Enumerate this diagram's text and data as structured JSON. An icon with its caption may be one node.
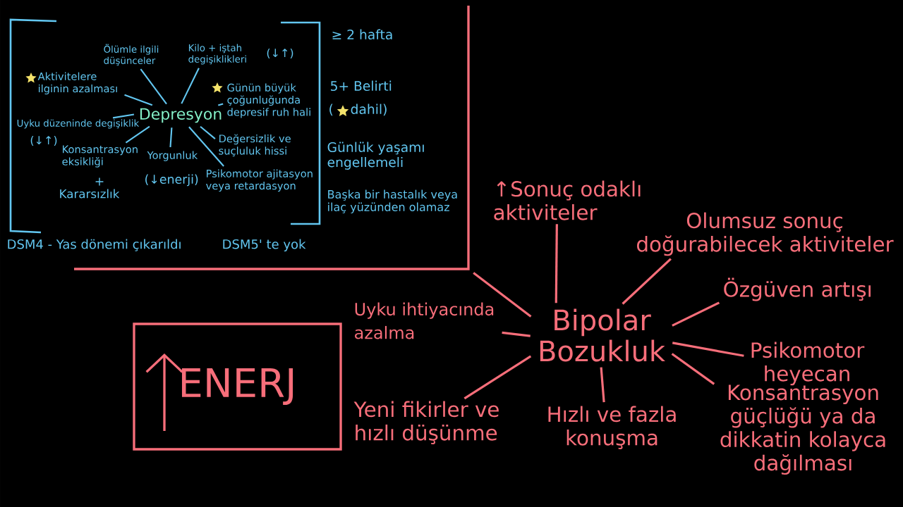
{
  "diagram": {
    "nodes": [
      {
        "text": [
          "Ölümle ilgili düşünceler"
        ]
      },
      {
        "text": [
          "Kilo + iştah degişiklikleri"
        ],
        "beside": [
          "(↓↑)"
        ]
      },
      {
        "text": [
          "Aktivitelere ilginin azalması"
        ]
      },
      {
        "text": [
          "Günün büyük çoğunluğunda depresif ruh hali"
        ]
      },
      {
        "text": [
          "Depresyon"
        ]
      },
      {
        "text": [
          "Uyku düzeninde degişiklik"
        ],
        "beside": [
          "(↓↑)"
        ]
      },
      {
        "text": [
          "Değersizlik ve suçluluk hissi"
        ]
      },
      {
        "text": [
          "Konsantrasyon eksikliği",
          "+",
          "Kararsızlık"
        ]
      },
      {
        "text": [
          "Yorgunluk"
        ],
        "beside": [
          "(↓enerji)"
        ]
      },
      {
        "text": [
          "Psikomotor ajitasyon veya retardasyon"
        ]
      },
      {
        "text": [
          "↑Sonuç odaklı aktiviteler"
        ]
      },
      {
        "text": [
          "Olumsuz sonuç doğurabilecek aktiviteler"
        ]
      },
      {
        "text": [
          "Özgüven artışı"
        ]
      },
      {
        "text": [
          "Uyku ihtiyacında azalma"
        ]
      },
      {
        "text": [
          "Bipolar Bozukluk"
        ]
      },
      {
        "text": [
          "ENERJ"
        ]
      },
      {
        "text": [
          "Psikomotor heyecan"
        ]
      },
      {
        "text": [
          "Yeni fikirler ve hızlı düşünme"
        ]
      },
      {
        "text": [
          "Hızlı ve fazla konuşma"
        ]
      },
      {
        "text": [
          "Konsantrasyon güçlüğü ya da dikkatin kolayca dağılması"
        ]
      }
    ],
    "edges": [
      {
        "from": 4,
        "to": 0,
        "arrow": "none"
      },
      {
        "from": 4,
        "to": 1,
        "arrow": "none"
      },
      {
        "from": 4,
        "to": 2,
        "arrow": "none"
      },
      {
        "from": 4,
        "to": 3,
        "arrow": "none"
      },
      {
        "from": 4,
        "to": 5,
        "arrow": "none"
      },
      {
        "from": 4,
        "to": 6,
        "arrow": "none"
      },
      {
        "from": 4,
        "to": 7,
        "arrow": "none"
      },
      {
        "from": 4,
        "to": 8,
        "arrow": "none"
      },
      {
        "from": 4,
        "to": 9,
        "arrow": "none"
      },
      {
        "from": 14,
        "to": 10,
        "arrow": "none",
        "color": "#f76e7a"
      },
      {
        "from": 14,
        "to": 11,
        "arrow": "none",
        "color": "#f76e7a"
      },
      {
        "from": 14,
        "to": 12,
        "arrow": "none",
        "color": "#f76e7a"
      },
      {
        "from": 14,
        "to": 13,
        "arrow": "none",
        "color": "#f76e7a"
      },
      {
        "from": 14,
        "to": 16,
        "arrow": "none",
        "color": "#f76e7a"
      },
      {
        "from": 14,
        "to": 17,
        "arrow": "none",
        "color": "#f76e7a"
      },
      {
        "from": 14,
        "to": 18,
        "arrow": "none",
        "color": "#f76e7a"
      },
      {
        "from": 14,
        "to": 19,
        "arrow": "none",
        "color": "#f76e7a"
      },
      {
        "from": null,
        "to": 14,
        "arrow": "none",
        "color": "#f76e7a"
      }
    ],
    "labels": [
      "≥ 2 hafta",
      "5+ Belirti",
      "(",
      "dahil)",
      "Günlük yaşamı engellemeli",
      "Başka bir hastalık veya ilaç yüzünden olamaz",
      "DSM4 - Yas dönemi çıkarıldı",
      "DSM5' te yok"
    ]
  }
}
